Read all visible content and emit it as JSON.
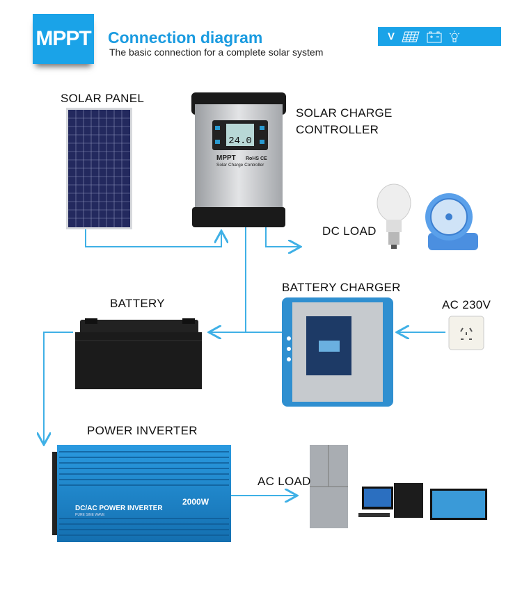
{
  "header": {
    "logo_text": "MPPT",
    "title": "Connection diagram",
    "subtitle": "The basic connection for a complete solar system",
    "banner_letter": "V",
    "banner_icons": [
      "solar-panel-icon",
      "battery-icon",
      "bulb-icon"
    ]
  },
  "components": {
    "solar_panel": {
      "label": "SOLAR PANEL"
    },
    "controller": {
      "label_line1": "SOLAR CHARGE",
      "label_line2": "CONTROLLER",
      "brand": "MPPT",
      "subtitle": "Solar Charge Controller",
      "display": "24.0",
      "marks": "RoHS CE"
    },
    "dc_load": {
      "label": "DC LOAD"
    },
    "battery_charger": {
      "label": "BATTERY CHARGER"
    },
    "ac_source": {
      "label": "AC 230V"
    },
    "battery": {
      "label": "BATTERY"
    },
    "inverter": {
      "label": "POWER INVERTER",
      "device_title": "DC/AC POWER INVERTER",
      "wattage": "2000W",
      "sub": "PURE SINE WAVE"
    },
    "ac_load": {
      "label": "AC LOAD"
    }
  },
  "colors": {
    "brand": "#1aa3e8",
    "arrow": "#3fb0e6",
    "inverter": "#1d86c8"
  }
}
